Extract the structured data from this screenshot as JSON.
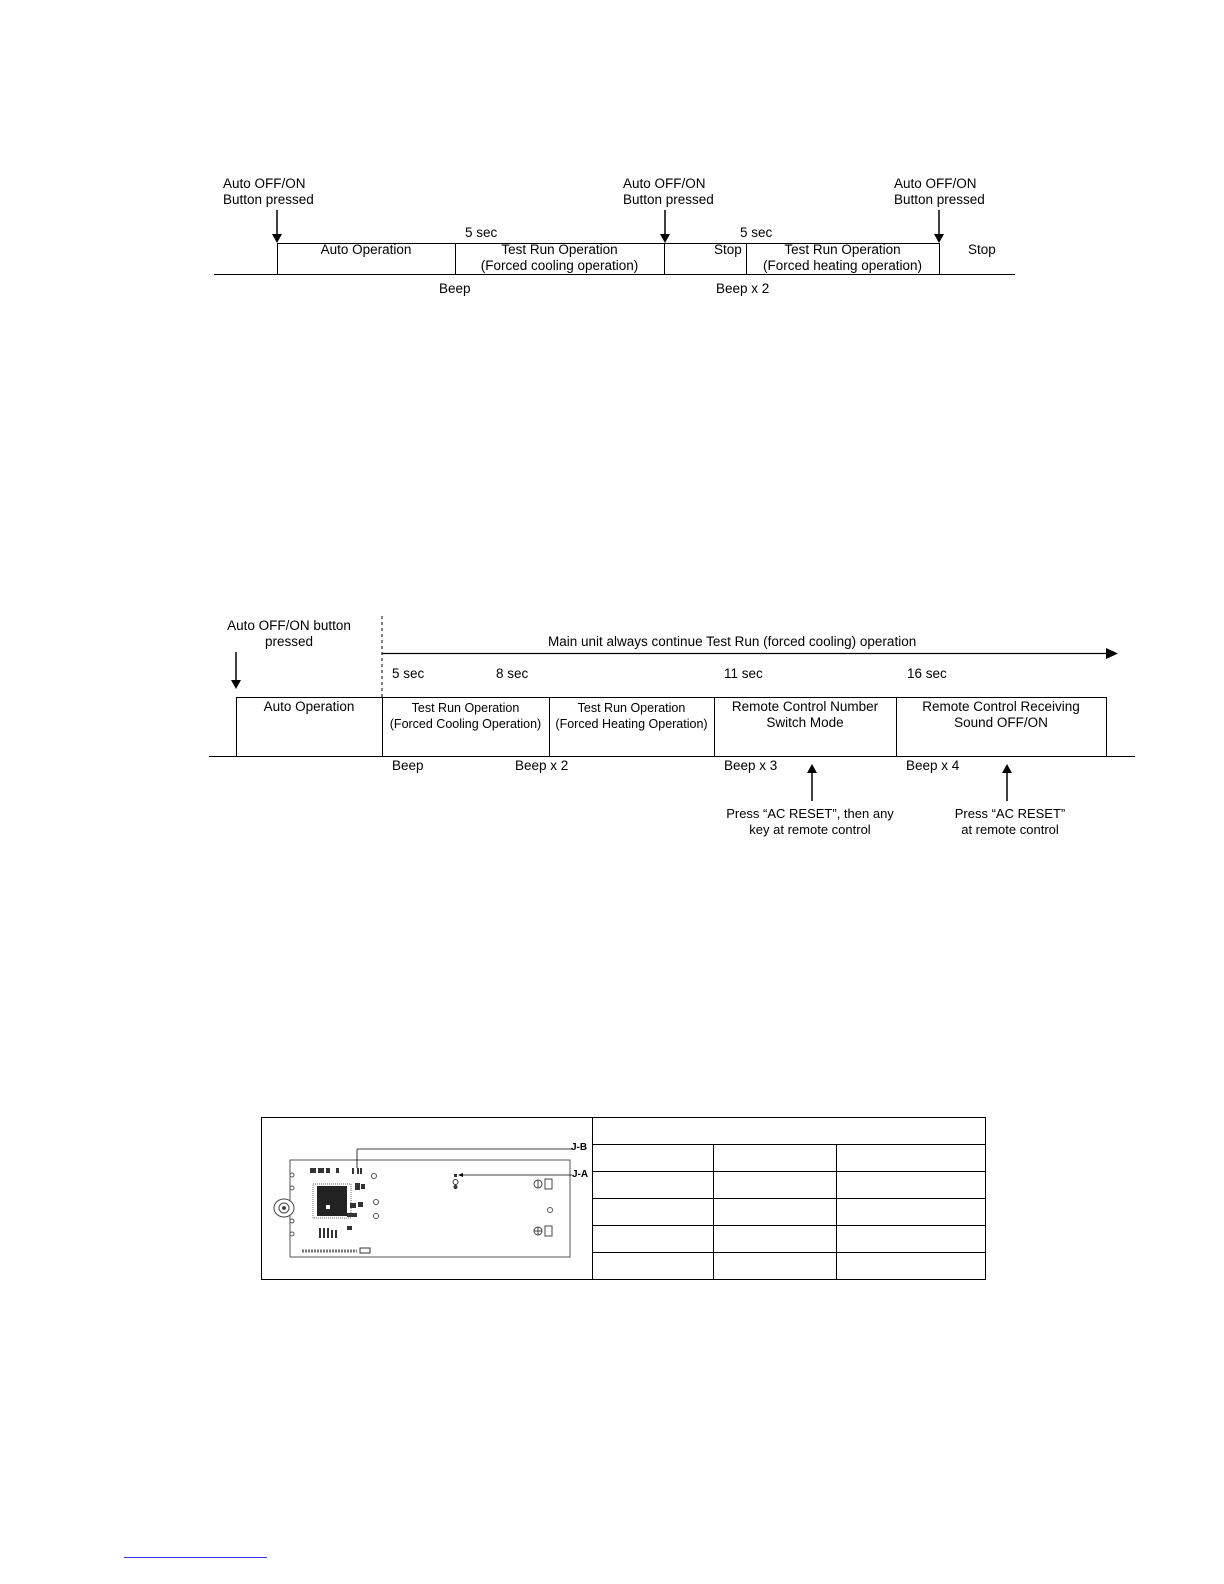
{
  "diagram1": {
    "top_labels": [
      "Auto OFF/ON\nButton pressed",
      "Auto OFF/ON\nButton pressed",
      "Auto OFF/ON\nButton pressed"
    ],
    "times": [
      "5 sec",
      "5 sec"
    ],
    "segments": [
      "Auto Operation",
      "Test Run Operation\n(Forced cooling operation)",
      "Stop",
      "Test Run Operation\n(Forced heating operation)",
      "Stop"
    ],
    "beeps": [
      "Beep",
      "Beep x 2"
    ]
  },
  "diagram2": {
    "start_label": "Auto OFF/ON button\npressed",
    "continue_label": "Main unit always continue Test Run (forced cooling) operation",
    "times": [
      "5 sec",
      "8 sec",
      "11 sec",
      "16 sec"
    ],
    "segments": [
      "Auto Operation",
      "Test Run Operation\n(Forced Cooling Operation)",
      "Test Run Operation\n(Forced Heating Operation)",
      "Remote Control Number\nSwitch Mode",
      "Remote Control Receiving\nSound OFF/ON"
    ],
    "beeps": [
      "Beep",
      "Beep x 2",
      "Beep x 3",
      "Beep x 4"
    ],
    "notes": [
      "Press “AC RESET”, then any\nkey at remote control",
      "Press “AC RESET”\nat remote control"
    ]
  },
  "pcb": {
    "labels": [
      "J-B",
      "J-A"
    ]
  }
}
